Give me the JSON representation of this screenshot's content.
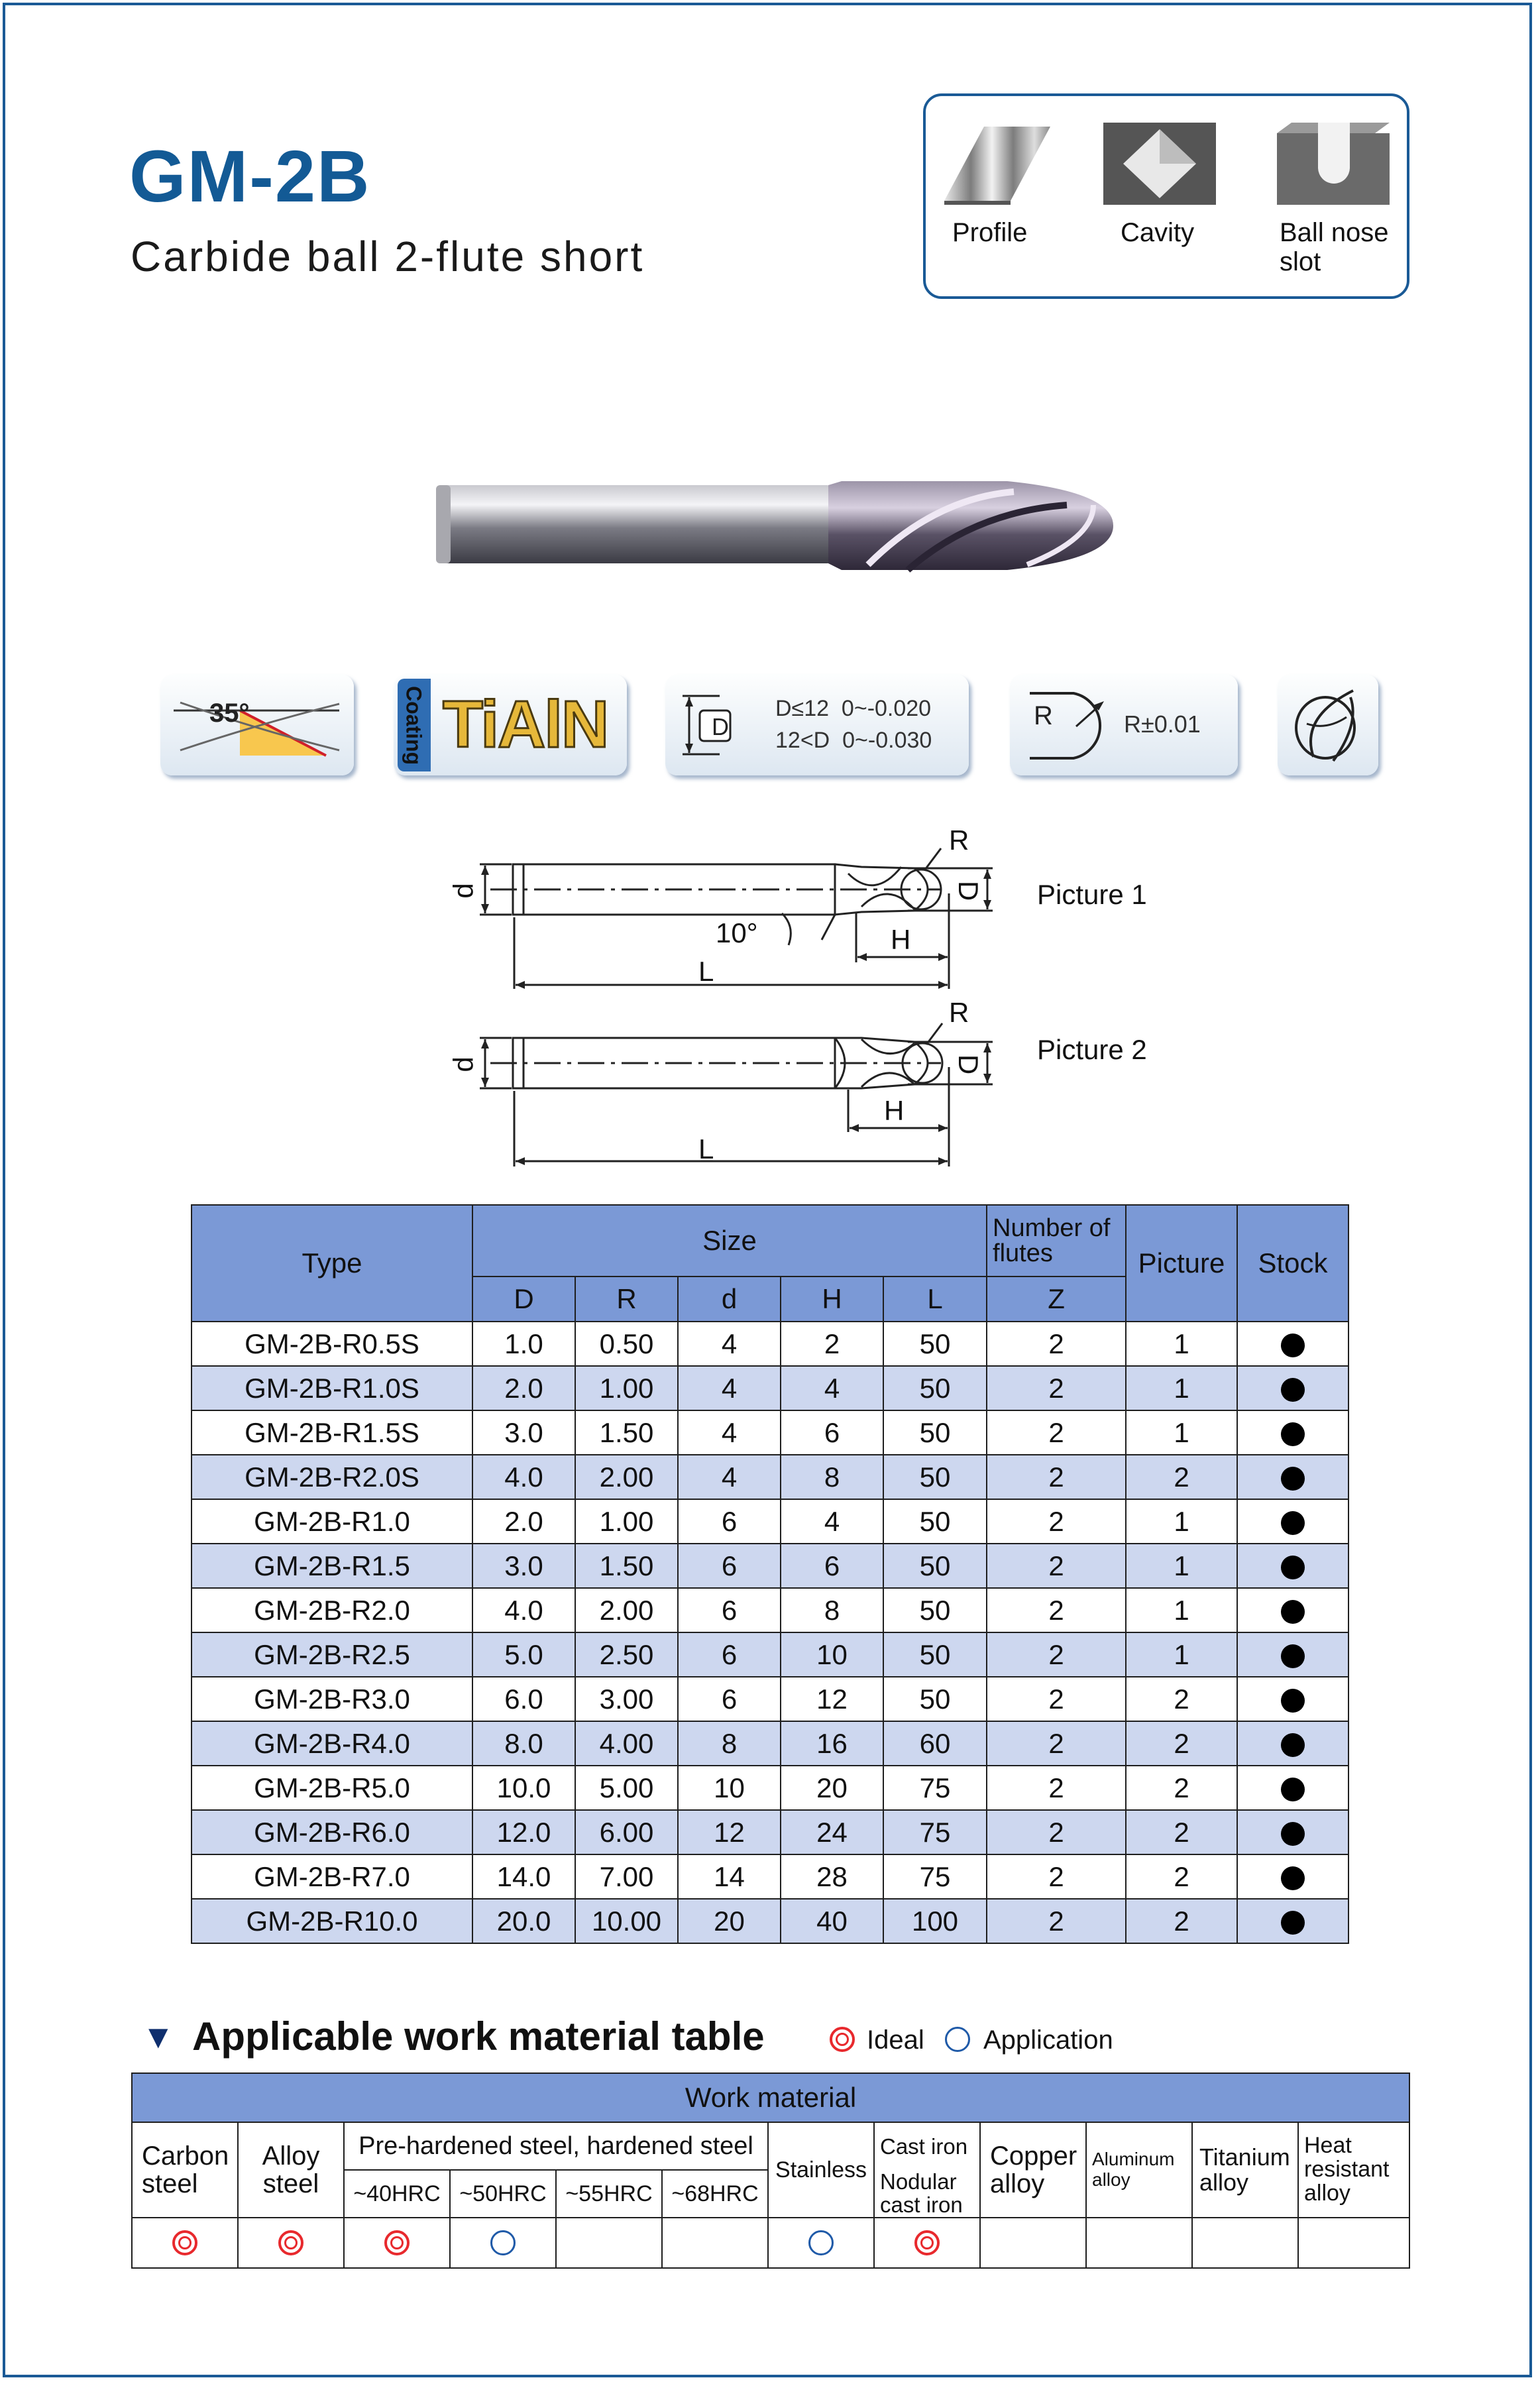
{
  "header": {
    "title": "GM-2B",
    "subtitle": "Carbide ball 2-flute short"
  },
  "applications": [
    {
      "label": "Profile",
      "icon": "profile-icon"
    },
    {
      "label": "Cavity",
      "icon": "cavity-icon"
    },
    {
      "label": "Ball nose slot",
      "icon": "ball-nose-slot-icon"
    }
  ],
  "features": {
    "helix_angle": "35°",
    "coating_label": "Coating",
    "coating_name": "TiAlN",
    "tolerance_symbol": "D",
    "tolerance_line1": "D≤12  0~-0.020",
    "tolerance_line2": "12<D  0~-0.030",
    "radius_symbol": "R",
    "radius_tolerance": "R±0.01"
  },
  "drawings": {
    "picture1": "Picture 1",
    "picture2": "Picture 2",
    "label_d": "d",
    "label_D": "D",
    "label_R": "R",
    "label_H": "H",
    "label_L": "L",
    "angle": "10°"
  },
  "spec_table": {
    "h_type": "Type",
    "h_size": "Size",
    "h_flutes": "Number of flutes",
    "h_picture": "Picture",
    "h_stock": "Stock",
    "sub": [
      "D",
      "R",
      "d",
      "H",
      "L",
      "Z"
    ],
    "rows": [
      [
        "GM-2B-R0.5S",
        "1.0",
        "0.50",
        "4",
        "2",
        "50",
        "2",
        "1"
      ],
      [
        "GM-2B-R1.0S",
        "2.0",
        "1.00",
        "4",
        "4",
        "50",
        "2",
        "1"
      ],
      [
        "GM-2B-R1.5S",
        "3.0",
        "1.50",
        "4",
        "6",
        "50",
        "2",
        "1"
      ],
      [
        "GM-2B-R2.0S",
        "4.0",
        "2.00",
        "4",
        "8",
        "50",
        "2",
        "2"
      ],
      [
        "GM-2B-R1.0",
        "2.0",
        "1.00",
        "6",
        "4",
        "50",
        "2",
        "1"
      ],
      [
        "GM-2B-R1.5",
        "3.0",
        "1.50",
        "6",
        "6",
        "50",
        "2",
        "1"
      ],
      [
        "GM-2B-R2.0",
        "4.0",
        "2.00",
        "6",
        "8",
        "50",
        "2",
        "1"
      ],
      [
        "GM-2B-R2.5",
        "5.0",
        "2.50",
        "6",
        "10",
        "50",
        "2",
        "1"
      ],
      [
        "GM-2B-R3.0",
        "6.0",
        "3.00",
        "6",
        "12",
        "50",
        "2",
        "2"
      ],
      [
        "GM-2B-R4.0",
        "8.0",
        "4.00",
        "8",
        "16",
        "60",
        "2",
        "2"
      ],
      [
        "GM-2B-R5.0",
        "10.0",
        "5.00",
        "10",
        "20",
        "75",
        "2",
        "2"
      ],
      [
        "GM-2B-R6.0",
        "12.0",
        "6.00",
        "12",
        "24",
        "75",
        "2",
        "2"
      ],
      [
        "GM-2B-R7.0",
        "14.0",
        "7.00",
        "14",
        "28",
        "75",
        "2",
        "2"
      ],
      [
        "GM-2B-R10.0",
        "20.0",
        "10.00",
        "20",
        "40",
        "100",
        "2",
        "2"
      ]
    ]
  },
  "material": {
    "section_title": "Applicable work material table",
    "legend_ideal": "Ideal",
    "legend_application": "Application",
    "header": "Work material",
    "carbon": "Carbon steel",
    "alloy": "Alloy steel",
    "prehardened": "Pre-hardened steel, hardened steel",
    "hrc": [
      "~40HRC",
      "~50HRC",
      "~55HRC",
      "~68HRC"
    ],
    "stainless": "Stainless",
    "cast_iron": "Cast iron",
    "nodular": "Nodular cast iron",
    "copper": "Copper alloy",
    "aluminum": "Aluminum alloy",
    "titanium": "Titanium alloy",
    "heat": "Heat resistant alloy",
    "ratings": [
      "ideal",
      "ideal",
      "ideal",
      "application",
      "",
      "",
      "application",
      "ideal",
      "",
      "",
      "",
      ""
    ]
  },
  "colors": {
    "brand_blue": "#135a95",
    "header_fill": "#7b99d6",
    "alt_row": "#cdd7ef",
    "ideal_red": "#e8292d",
    "application_blue": "#1f5aa8"
  }
}
